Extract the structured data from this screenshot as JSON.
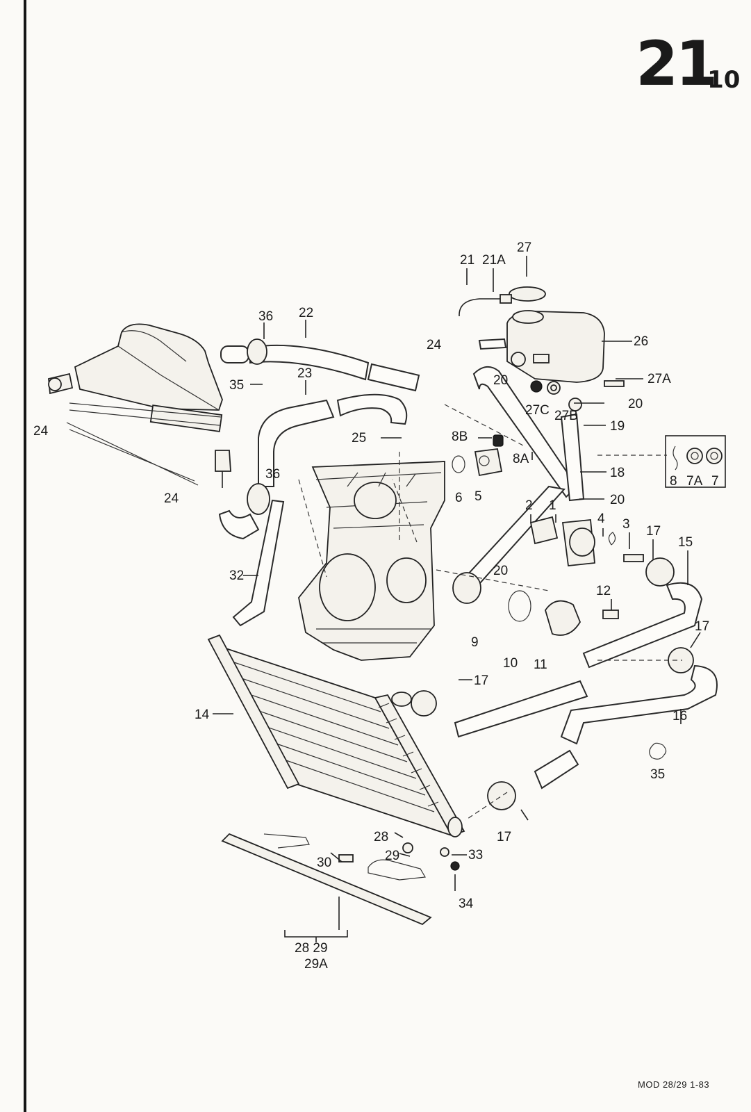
{
  "header": {
    "group": "21",
    "page": "-10"
  },
  "footer": {
    "code": "MOD 28/29  1-83"
  },
  "inset_box": {
    "labels": [
      "8",
      "7A",
      "7"
    ]
  },
  "callouts": {
    "c1": "1",
    "c2": "2",
    "c3": "3",
    "c4": "4",
    "c5": "5",
    "c6": "6",
    "c8a": "8A",
    "c8b": "8B",
    "c9": "9",
    "c10": "10",
    "c11": "11",
    "c12": "12",
    "c14": "14",
    "c15": "15",
    "c16": "16",
    "c17a": "17",
    "c17b": "17",
    "c17c": "17",
    "c17d": "17",
    "c18": "18",
    "c19": "19",
    "c20a": "20",
    "c20b": "20",
    "c20c": "20",
    "c20d": "20",
    "c21": "21",
    "c21a": "21A",
    "c22": "22",
    "c23": "23",
    "c24a": "24",
    "c24b": "24",
    "c24c": "24",
    "c25": "25",
    "c26": "26",
    "c27": "27",
    "c27a": "27A",
    "c27b": "27B",
    "c27c": "27C",
    "c28": "28",
    "c29": "29",
    "c29group": "28 29",
    "c29a": "29A",
    "c30": "30",
    "c32": "32",
    "c33": "33",
    "c34": "34",
    "c35a": "35",
    "c35b": "35",
    "c36a": "36",
    "c36b": "36"
  }
}
